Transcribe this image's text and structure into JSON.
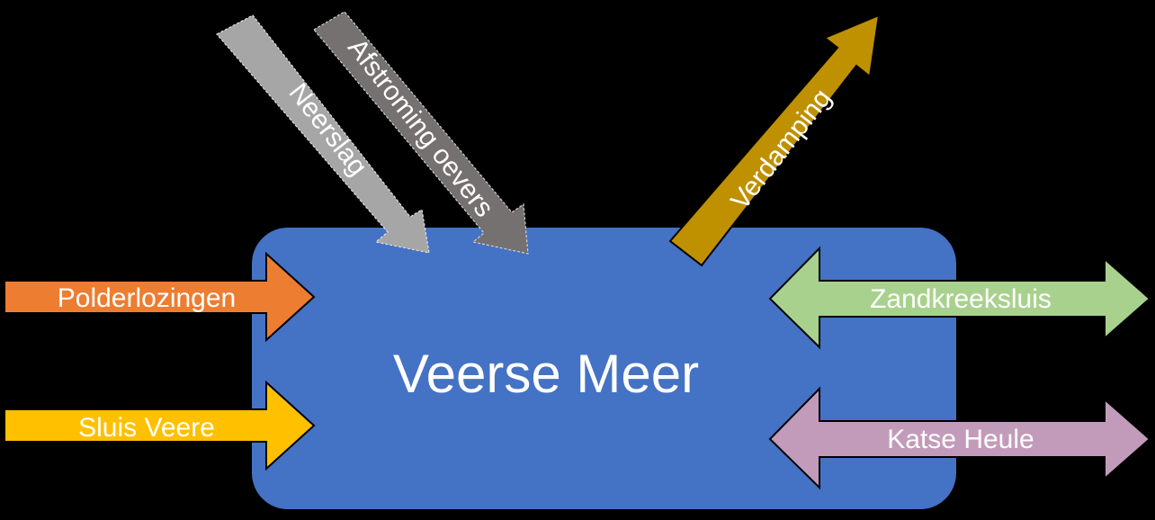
{
  "lake": {
    "name": "Veerse Meer",
    "color": "#4472C4"
  },
  "flows": {
    "polderlozingen": {
      "label": "Polderlozingen",
      "color": "#ED7D31"
    },
    "sluis_veere": {
      "label": "Sluis Veere",
      "color": "#FFC000"
    },
    "zandkreeksluis": {
      "label": "Zandkreeksluis",
      "color": "#A9D18E"
    },
    "katse_heule": {
      "label": "Katse Heule",
      "color": "#C39BBA"
    },
    "neerslag": {
      "label": "Neerslag",
      "color": "#A6A6A6"
    },
    "afstroming": {
      "label": "Afstroming oevers",
      "color": "#767171"
    },
    "verdamping": {
      "label": "Verdamping",
      "color": "#BF9000"
    }
  }
}
